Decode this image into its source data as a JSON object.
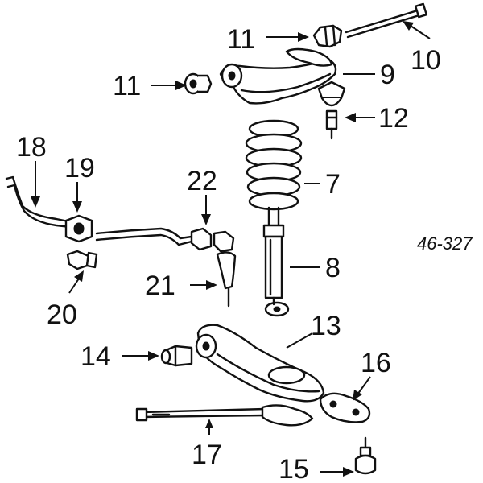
{
  "diagram": {
    "reference_code": "46-327",
    "callouts": {
      "c7": "7",
      "c8": "8",
      "c9": "9",
      "c10": "10",
      "c11a": "11",
      "c11b": "11",
      "c12": "12",
      "c13": "13",
      "c14": "14",
      "c15": "15",
      "c16": "16",
      "c17": "17",
      "c18": "18",
      "c19": "19",
      "c20": "20",
      "c21": "21",
      "c22": "22"
    }
  }
}
